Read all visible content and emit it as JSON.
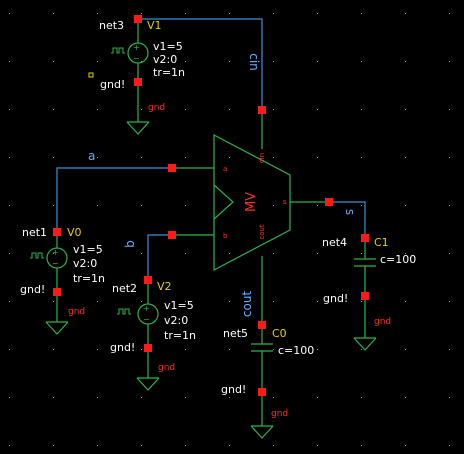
{
  "colors": {
    "background": "#000000",
    "wire": "#3b8fd4",
    "device": "#2bb34a",
    "pin": "#ff1a1a",
    "instance": "#e8d000",
    "param": "#ffffff",
    "net_label": "#5fb0ff",
    "gnd_label": "#ff3020",
    "grid_dot": "#9a9a9a"
  },
  "schematic": {
    "instances": {
      "v1": "V1",
      "v0": "V0",
      "v2": "V2",
      "c1": "C1",
      "c0": "C0"
    },
    "nets": {
      "net3": "net3",
      "net1": "net1",
      "net2": "net2",
      "net4": "net4",
      "net5": "net5",
      "cin": "cin",
      "a": "a",
      "b": "b",
      "s": "s",
      "cout": "cout"
    },
    "params": {
      "v1_v1": "v1=5",
      "v1_v2": "v2:0",
      "v1_tr": "tr=1n",
      "v0_v1": "v1=5",
      "v0_v2": "v2:0",
      "v0_tr": "tr=1n",
      "v2_v1": "v1=5",
      "v2_v2": "v2:0",
      "v2_tr": "tr=1n",
      "c1_c": "c=100",
      "c0_c": "c=100"
    },
    "gnd": {
      "gnd_excl": "gnd!",
      "gnd": "gnd"
    },
    "adder": {
      "title": "MV",
      "pin_a": "a",
      "pin_b": "b",
      "pin_cin": "cin",
      "pin_s": "s",
      "pin_cout": "cout"
    }
  }
}
